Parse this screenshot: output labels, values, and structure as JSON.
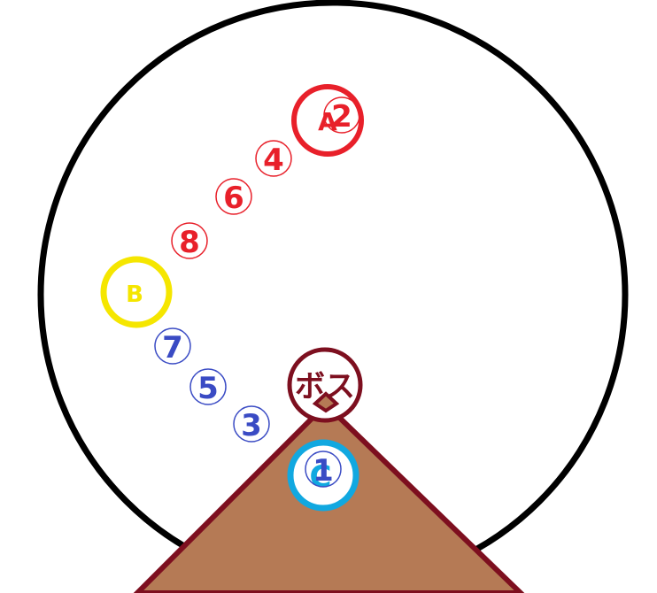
{
  "colors": {
    "arena_stroke": "#000000",
    "red": "#e8202a",
    "blue": "#3a4bc4",
    "yellow": "#f5e600",
    "cyan": "#11a8e0",
    "boss": "#7d0f1f",
    "cone_fill": "#b57a55"
  },
  "boss": {
    "label": "ボス"
  },
  "rings": {
    "a": {
      "label": "A"
    },
    "b": {
      "label": "B"
    },
    "c": {
      "label": "C"
    }
  },
  "markers": {
    "m1": {
      "label": "1"
    },
    "m2": {
      "label": "2"
    },
    "m3": {
      "label": "3"
    },
    "m4": {
      "label": "4"
    },
    "m5": {
      "label": "5"
    },
    "m6": {
      "label": "6"
    },
    "m7": {
      "label": "7"
    },
    "m8": {
      "label": "8"
    }
  }
}
